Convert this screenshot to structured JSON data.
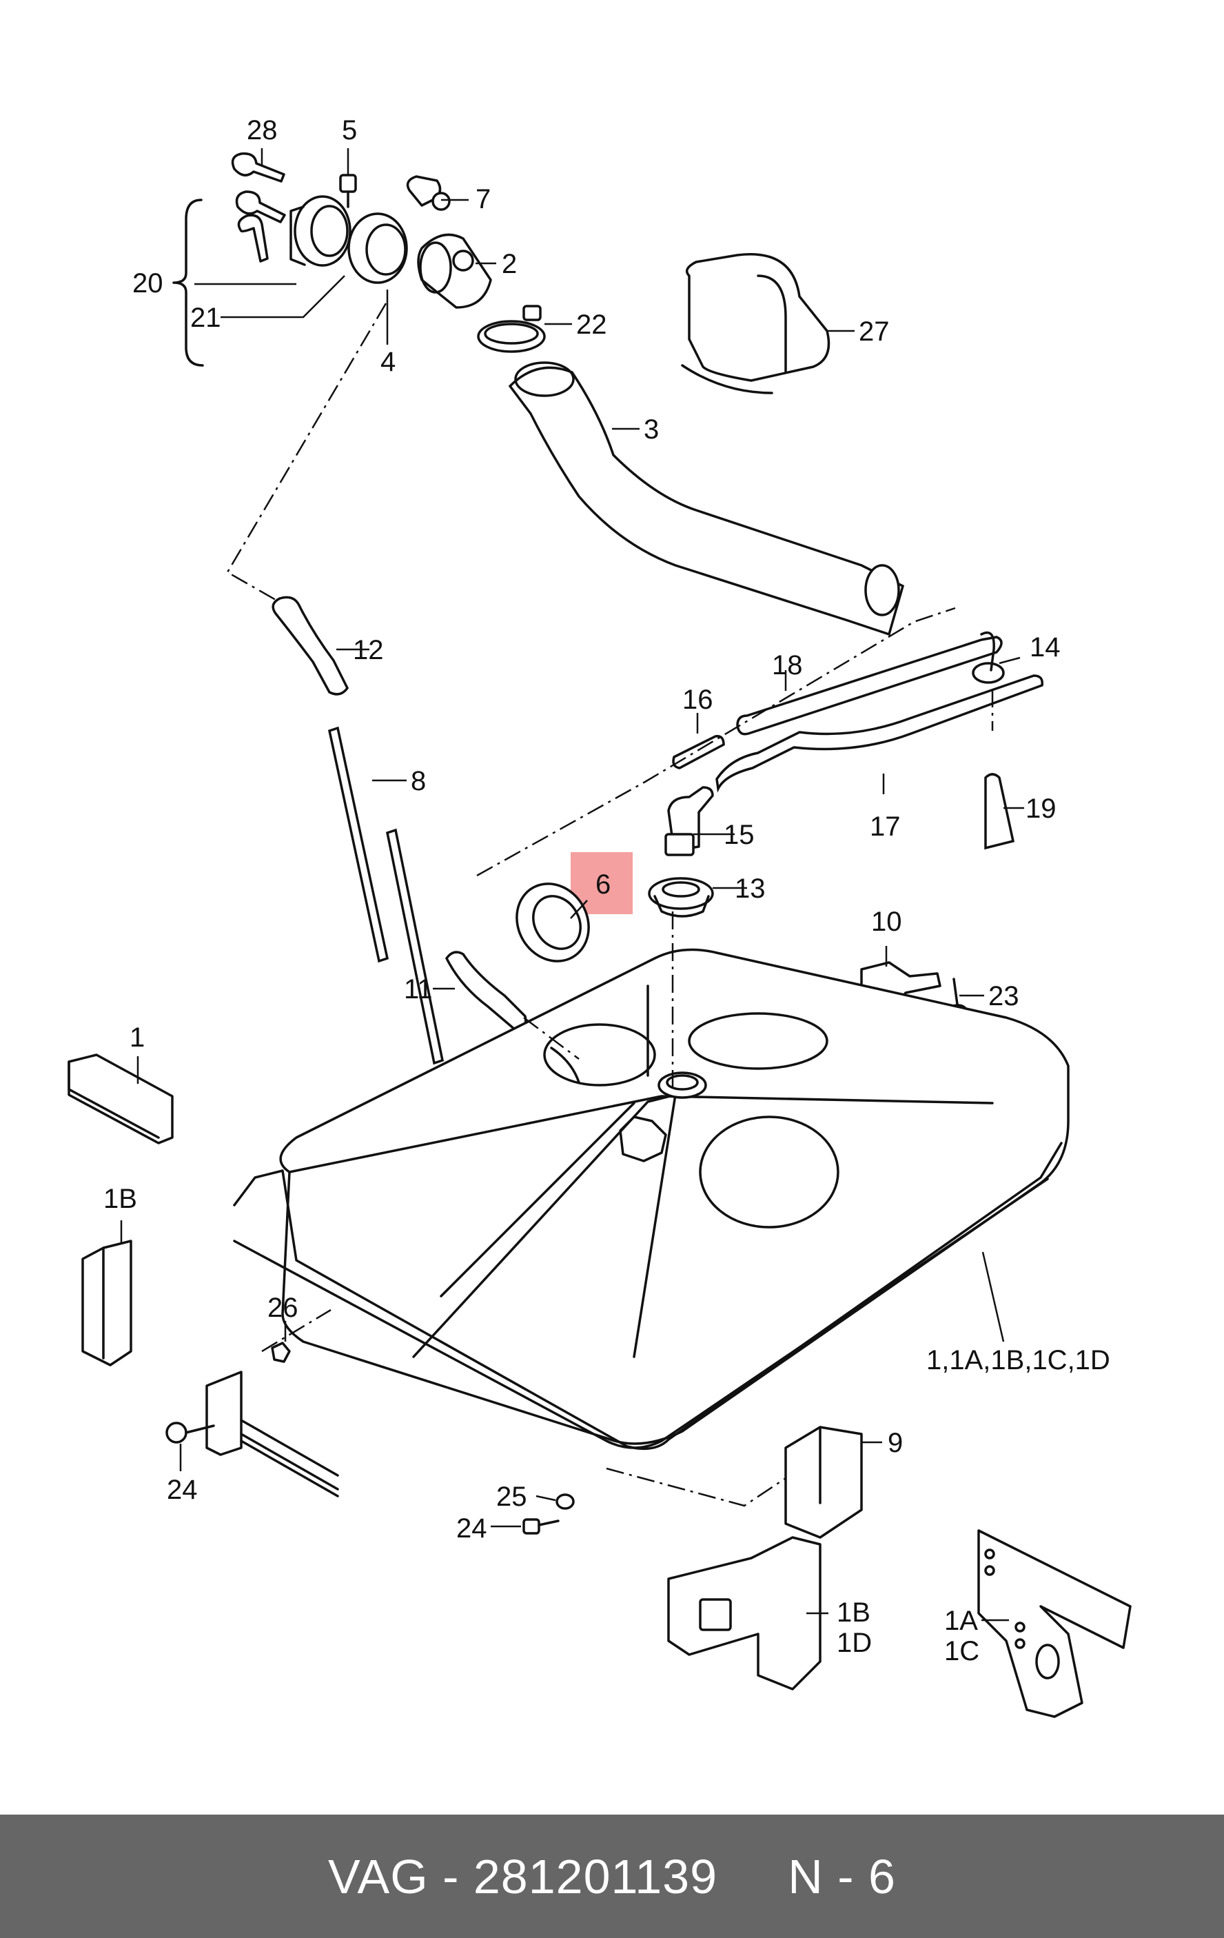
{
  "diagram": {
    "highlight_color": "#f4a0a0",
    "highlighted_callout": "6",
    "callouts": [
      {
        "id": "c28",
        "text": "28"
      },
      {
        "id": "c5",
        "text": "5"
      },
      {
        "id": "c7",
        "text": "7"
      },
      {
        "id": "c2",
        "text": "2"
      },
      {
        "id": "c20",
        "text": "20"
      },
      {
        "id": "c21",
        "text": "21"
      },
      {
        "id": "c4",
        "text": "4"
      },
      {
        "id": "c22",
        "text": "22"
      },
      {
        "id": "c27",
        "text": "27"
      },
      {
        "id": "c3",
        "text": "3"
      },
      {
        "id": "c12",
        "text": "12"
      },
      {
        "id": "c14",
        "text": "14"
      },
      {
        "id": "c18",
        "text": "18"
      },
      {
        "id": "c16",
        "text": "16"
      },
      {
        "id": "c8",
        "text": "8"
      },
      {
        "id": "c19",
        "text": "19"
      },
      {
        "id": "c17",
        "text": "17"
      },
      {
        "id": "c15",
        "text": "15"
      },
      {
        "id": "c6",
        "text": "6"
      },
      {
        "id": "c13",
        "text": "13"
      },
      {
        "id": "c10",
        "text": "10"
      },
      {
        "id": "c11",
        "text": "11"
      },
      {
        "id": "c23",
        "text": "23"
      },
      {
        "id": "c1",
        "text": "1"
      },
      {
        "id": "c1B",
        "text": "1B"
      },
      {
        "id": "c26",
        "text": "26"
      },
      {
        "id": "c1all",
        "text": "1,1A,1B,1C,1D"
      },
      {
        "id": "c9",
        "text": "9"
      },
      {
        "id": "c24a",
        "text": "24"
      },
      {
        "id": "c25",
        "text": "25"
      },
      {
        "id": "c24b",
        "text": "24"
      },
      {
        "id": "c1B2",
        "text": "1B"
      },
      {
        "id": "c1D",
        "text": "1D"
      },
      {
        "id": "c1A",
        "text": "1A"
      },
      {
        "id": "c1C",
        "text": "1C"
      }
    ]
  },
  "footer": {
    "text": "VAG - 281201139     N - 6"
  }
}
